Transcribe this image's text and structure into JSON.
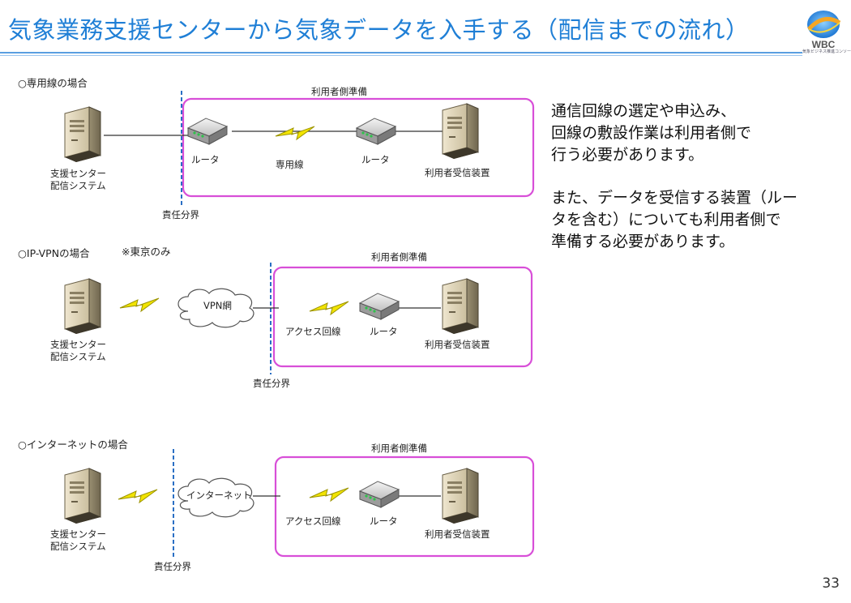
{
  "title": "気象業務支援センターから気象データを入手する（配信までの流れ）",
  "logo": {
    "text": "WBC",
    "subtitle": "気象ビジネス推進コンソーシアム"
  },
  "page_number": "33",
  "description": {
    "para1": "通信回線の選定や申込み、\n回線の敷設作業は利用者側で\n行う必要があります。",
    "para2": "また、データを受信する装置（ルー\nタを含む）についても利用者側で\n準備する必要があります。"
  },
  "diagrams": [
    {
      "heading": "○専用線の場合",
      "note": "",
      "user_prep": "利用者側準備",
      "center": "支援センター\n配信システム",
      "router1": "ルータ",
      "link": "専用線",
      "router2": "ルータ",
      "receiver": "利用者受信装置",
      "boundary": "責任分界"
    },
    {
      "heading": "○IP-VPNの場合",
      "note": "※東京のみ",
      "user_prep": "利用者側準備",
      "center": "支援センター\n配信システム",
      "cloud": "VPN網",
      "access": "アクセス回線",
      "router": "ルータ",
      "receiver": "利用者受信装置",
      "boundary": "責任分界"
    },
    {
      "heading": "○インターネットの場合",
      "note": "",
      "user_prep": "利用者側準備",
      "center": "支援センター\n配信システム",
      "cloud": "インターネット",
      "access": "アクセス回線",
      "router": "ルータ",
      "receiver": "利用者受信装置",
      "boundary": "責任分界"
    }
  ],
  "colors": {
    "title": "#1f7fd6",
    "user_box": "#d84fd8",
    "boundary": "#2a6fc4",
    "lightning": "#f2e400"
  }
}
